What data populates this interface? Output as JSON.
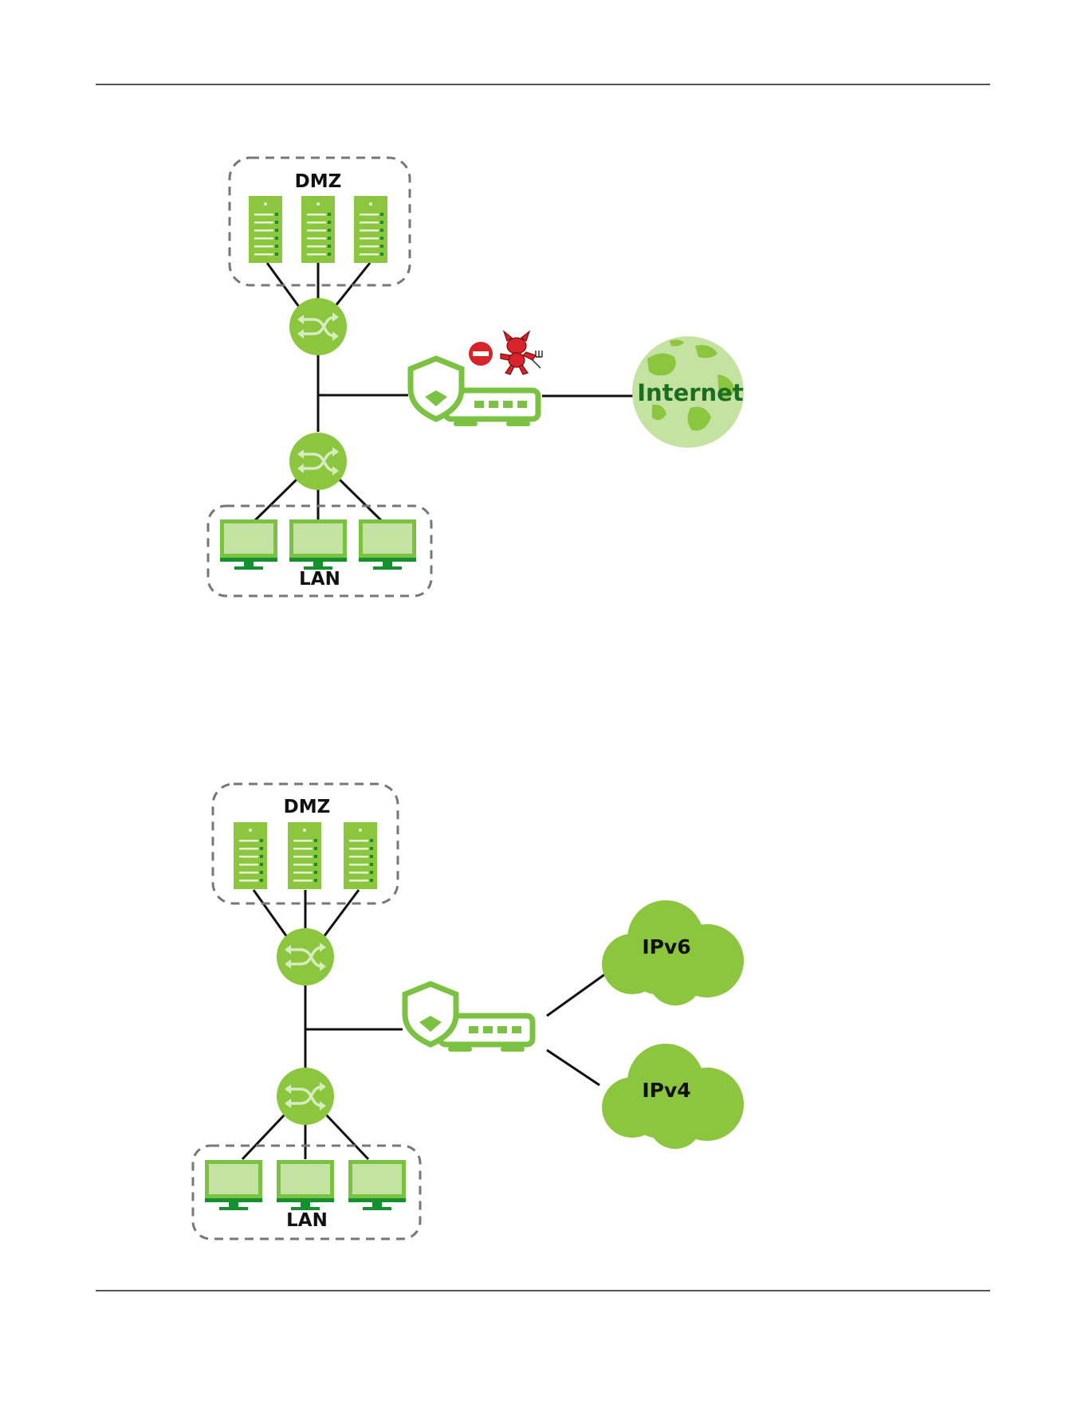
{
  "figure_1": {
    "dmz_label": "DMZ",
    "lan_label": "LAN",
    "internet_label": "Internet",
    "icons": [
      "server-icon",
      "switch-icon",
      "firewall-router-icon",
      "computer-icon",
      "globe-icon",
      "blocked-icon",
      "devil-attacker-icon"
    ]
  },
  "figure_2": {
    "dmz_label": "DMZ",
    "lan_label": "LAN",
    "ipv6_label": "IPv6",
    "ipv4_label": "IPv4",
    "icons": [
      "server-icon",
      "switch-icon",
      "firewall-router-icon",
      "computer-icon",
      "cloud-icon"
    ]
  },
  "colors": {
    "light_green": "#8cc63f",
    "pale_green": "#c4e3a3",
    "dark_green": "#15902f",
    "device_green": "#7cc242",
    "threat_red": "#d9232b"
  }
}
